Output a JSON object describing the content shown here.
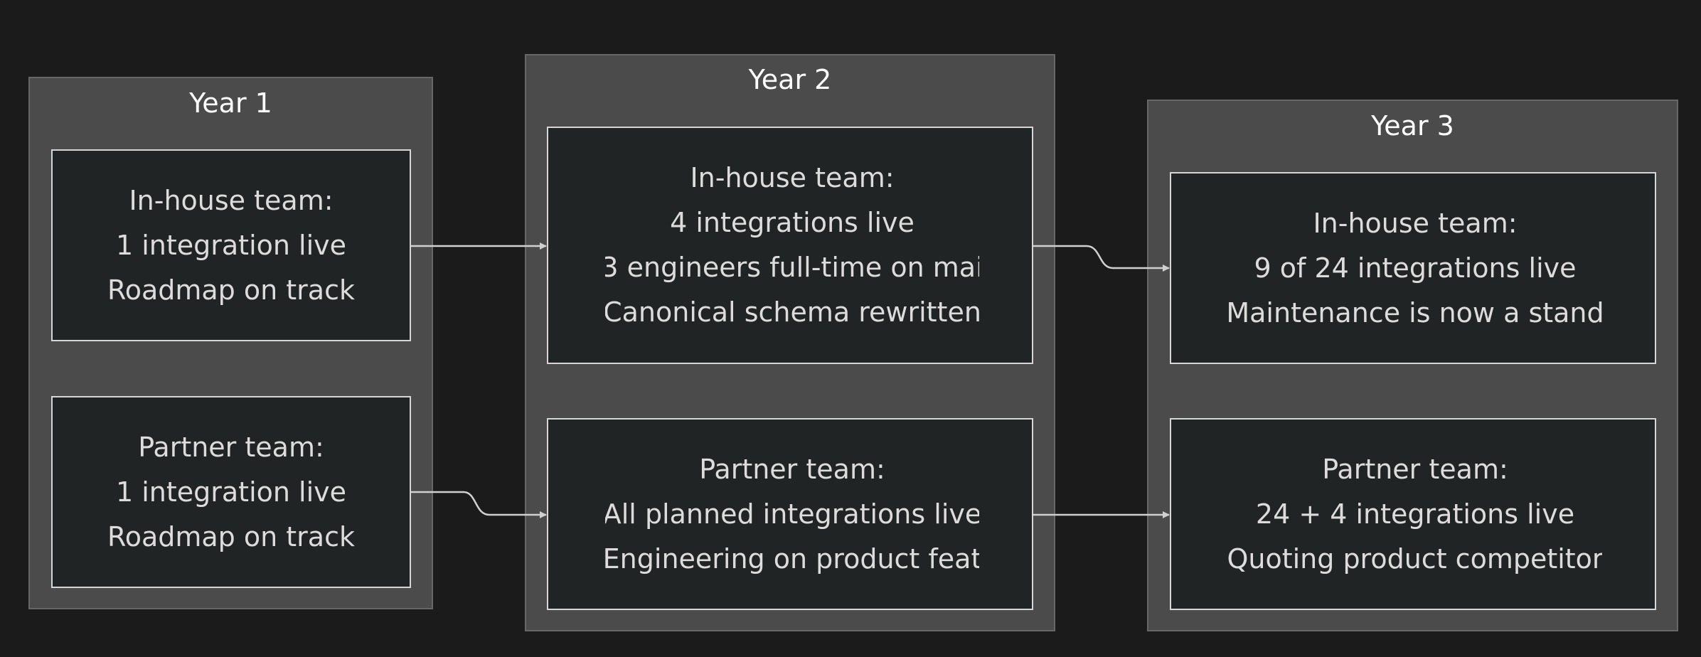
{
  "diagram": {
    "groups": [
      {
        "title": "Year 1",
        "nodes": [
          {
            "lines": [
              "In-house team:",
              "1 integration live",
              "Roadmap on track"
            ]
          },
          {
            "lines": [
              "Partner team:",
              "1 integration live",
              "Roadmap on track"
            ]
          }
        ]
      },
      {
        "title": "Year 2",
        "nodes": [
          {
            "lines": [
              "In-house team:",
              "4 integrations live",
              "3 engineers full-time on mai",
              "Canonical schema rewritten"
            ]
          },
          {
            "lines": [
              "Partner team:",
              "All planned integrations live",
              "Engineering on product feat"
            ]
          }
        ]
      },
      {
        "title": "Year 3",
        "nodes": [
          {
            "lines": [
              "In-house team:",
              "9 of 24 integrations live",
              "Maintenance is now a stand"
            ]
          },
          {
            "lines": [
              "Partner team:",
              "24 + 4 integrations live",
              "Quoting product competitor"
            ]
          }
        ]
      }
    ],
    "colors": {
      "background": "#1b1b1b",
      "group_fill": "#4a4b4a",
      "node_fill": "#212424",
      "node_border": "#d6d6d6",
      "edge": "#d0d0d0",
      "title_text": "#ffffff",
      "node_text": "#dcdcdc"
    }
  }
}
